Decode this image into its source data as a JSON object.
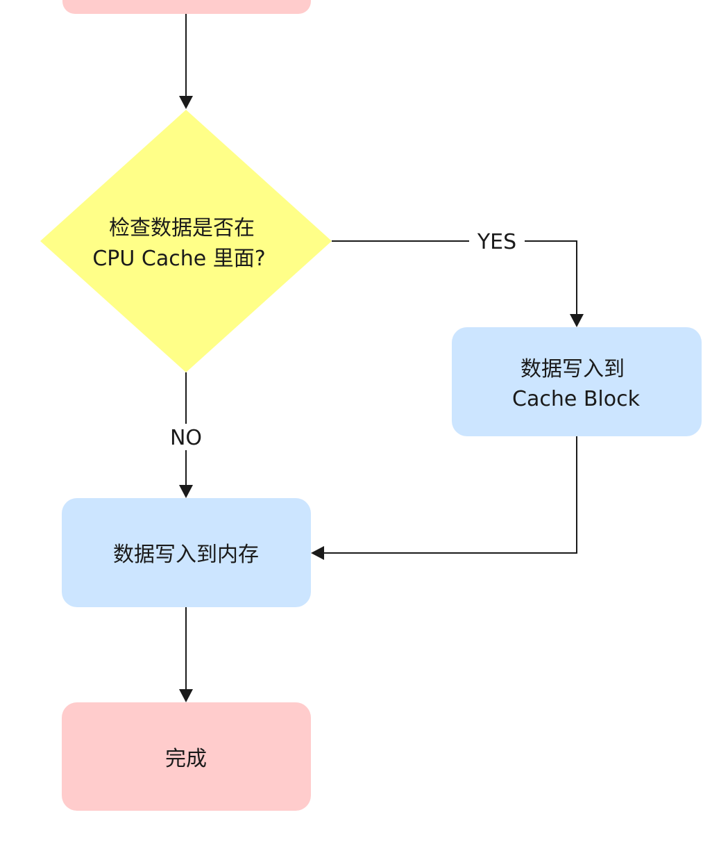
{
  "colors": {
    "terminal_fill": "#ffcccc",
    "process_fill": "#cce5ff",
    "decision_fill": "#ffff88",
    "line": "#1a1a1a",
    "text": "#1a1a1a"
  },
  "nodes": {
    "top_terminal": {
      "label": ""
    },
    "decision": {
      "line1": "检查数据是否在",
      "line2": "CPU Cache 里面?"
    },
    "write_cache": {
      "line1": "数据写入到",
      "line2": "Cache Block"
    },
    "write_memory": {
      "label": "数据写入到内存"
    },
    "done": {
      "label": "完成"
    }
  },
  "edges": {
    "yes": {
      "label": "YES"
    },
    "no": {
      "label": "NO"
    }
  }
}
